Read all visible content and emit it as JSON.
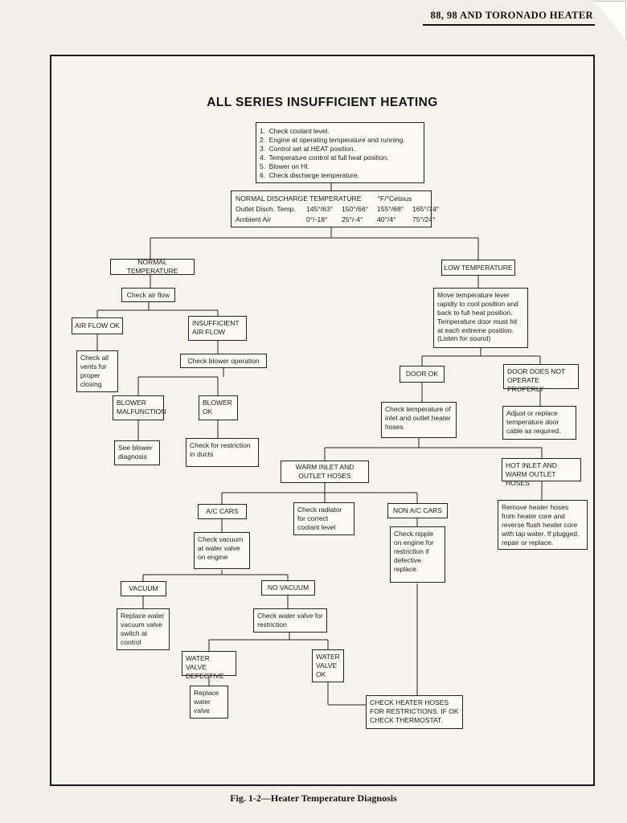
{
  "page": {
    "header": "88, 98 AND TORONADO HEATER",
    "title": "ALL SERIES INSUFFICIENT HEATING",
    "caption": "Fig. 1-2—Heater Temperature Diagnosis"
  },
  "colors": {
    "paper": "#f1efe8",
    "ink": "#1b1b1b"
  },
  "checklist": {
    "items": [
      "1.  Check coolant level.",
      "2.  Engine at operating temperature and running.",
      "3.  Control set at HEAT position.",
      "4.  Temperature control at full heat position.",
      "5.  Blower on HI.",
      "6.  Check discharge temperature."
    ]
  },
  "temp_table": {
    "title": "NORMAL DISCHARGE TEMPERATURE",
    "units": "°F/°Celsius",
    "rows": [
      {
        "label": "Outlet Disch. Temp.",
        "values": [
          "145°/63°",
          "150°/66°",
          "155°/68°",
          "165°/74°"
        ]
      },
      {
        "label": "Ambient Air",
        "values": [
          "0°/-18°",
          "25°/-4°",
          "40°/4°",
          "75°/24°"
        ]
      }
    ]
  },
  "nodes": {
    "normal_temperature": "NORMAL TEMPERATURE",
    "check_air_flow": "Check air flow",
    "air_flow_ok": "AIR FLOW OK",
    "insufficient_air_flow": "INSUFFICIENT AIR FLOW",
    "check_vents": "Check all vents for proper closing",
    "check_blower_operation": "Check blower operation",
    "blower_malfunction": "BLOWER MALFUNCTION",
    "blower_ok": "BLOWER OK",
    "see_blower_diagnosis": "See blower diagnosis",
    "check_restriction_ducts": "Check for restriction in ducts",
    "low_temperature": "LOW TEMPERATURE",
    "move_lever": "Move temperature lever rapidly to cool position and back to full heat position. Temperature door must hit at each extreme position. (Listen for sound)",
    "door_ok": "DOOR OK",
    "door_not_operate": "DOOR DOES NOT OPERATE PROPERLY",
    "check_hose_temp": "Check temperature of inlet and outlet heater hoses",
    "adjust_cable": "Adjust or replace temperature door cable as required.",
    "warm_hoses": "WARM INLET AND OUTLET HOSES",
    "hot_inlet_warm_outlet": "HOT INLET AND WARM OUTLET HOSES",
    "flush_core": "Remove heater hoses from heater core and reverse flush heater core with tap water. If plugged, repair or replace.",
    "ac_cars": "A/C CARS",
    "check_radiator": "Check radiator for correct coolant level",
    "non_ac_cars": "NON A/C CARS",
    "check_vacuum": "Check vacuum at water valve on engine",
    "check_nipple": "Check nipple on engine for restriction if defective replace.",
    "vacuum": "VACUUM",
    "no_vacuum": "NO VACUUM",
    "replace_vacuum_switch": "Replace water vacuum valve switch at control",
    "check_water_valve": "Check water valve for restriction",
    "water_valve_defective": "WATER VALVE DEFECTIVE",
    "water_valve_ok": "WATER VALVE OK",
    "replace_water_valve": "Replace water valve",
    "check_heater_hoses": "CHECK HEATER HOSES FOR RESTRICTIONS. IF OK CHECK THERMOSTAT."
  }
}
